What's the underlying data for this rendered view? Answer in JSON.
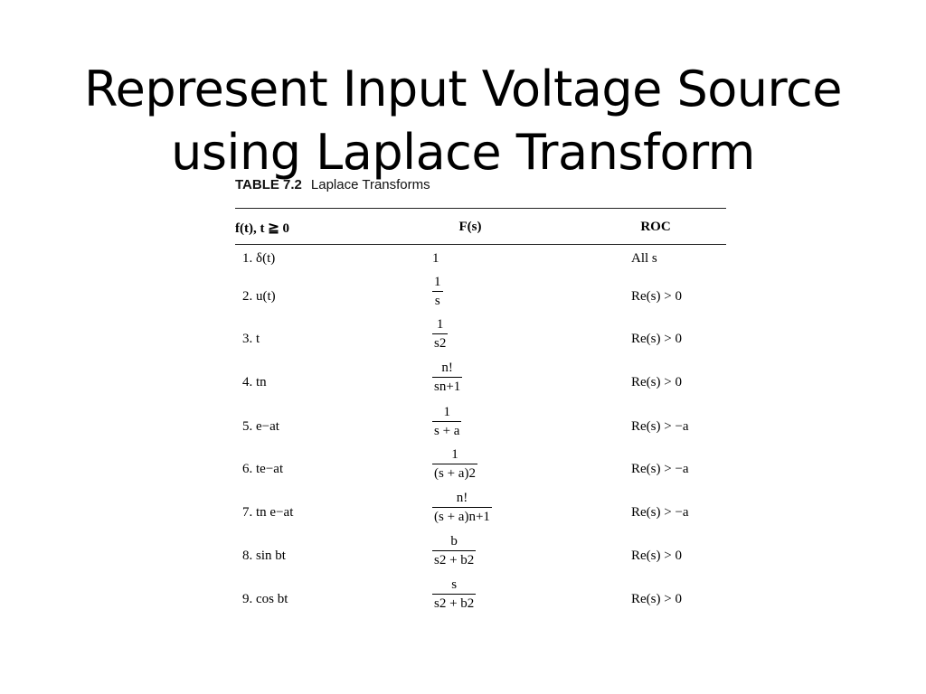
{
  "slide": {
    "title_line1": "Represent Input Voltage Source",
    "title_line2": "using Laplace Transform"
  },
  "table": {
    "caption_label": "TABLE 7.2",
    "caption_title": "Laplace Transforms",
    "headers": [
      "f(t), t ≧ 0",
      "F(s)",
      "ROC"
    ],
    "rows": [
      {
        "ft": "1. δ(t)",
        "Fs": "1",
        "roc": "All s"
      },
      {
        "ft": "2. u(t)",
        "Fs_num": "1",
        "Fs_den": "s",
        "roc": "Re(s) > 0"
      },
      {
        "ft": "3. t",
        "Fs_num": "1",
        "Fs_den": "s2",
        "roc": "Re(s) > 0"
      },
      {
        "ft": "4. tn",
        "Fs_num": "n!",
        "Fs_den": "sn+1",
        "roc": "Re(s) > 0"
      },
      {
        "ft": "5. e−at",
        "Fs_num": "1",
        "Fs_den": "s + a",
        "roc": "Re(s) > −a"
      },
      {
        "ft": "6. te−at",
        "Fs_num": "1",
        "Fs_den": "(s + a)2",
        "roc": "Re(s) > −a"
      },
      {
        "ft": "7. tn e−at",
        "Fs_num": "n!",
        "Fs_den": "(s + a)n+1",
        "roc": "Re(s) > −a"
      },
      {
        "ft": "8. sin bt",
        "Fs_num": "b",
        "Fs_den": "s2 + b2",
        "roc": "Re(s) > 0"
      },
      {
        "ft": "9. cos bt",
        "Fs_num": "s",
        "Fs_den": "s2 + b2",
        "roc": "Re(s) > 0"
      }
    ]
  }
}
